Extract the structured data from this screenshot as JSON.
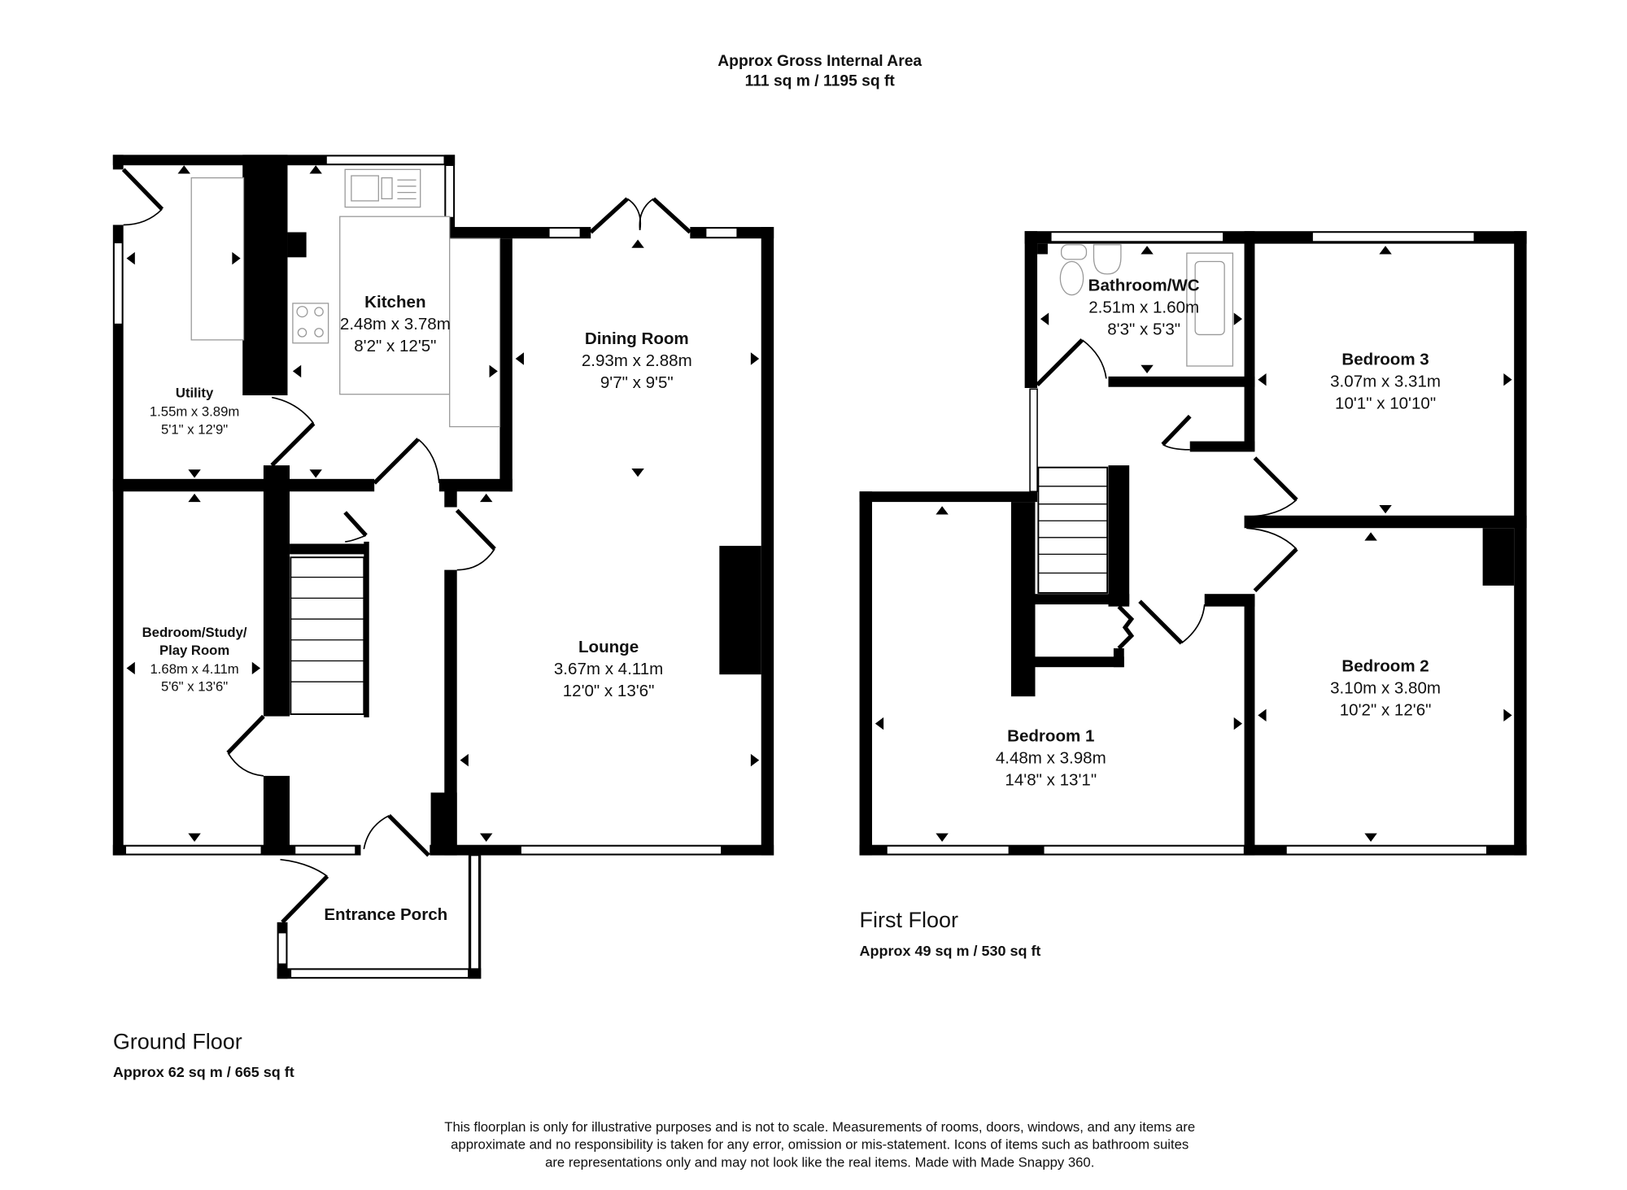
{
  "header": {
    "title": "Approx Gross Internal Area",
    "area": "111 sq m / 1195 sq ft"
  },
  "ground_floor": {
    "label": "Ground Floor",
    "area": "Approx 62 sq m / 665 sq ft",
    "rooms": [
      {
        "name": "Kitchen",
        "metric": "2.48m x 3.78m",
        "imperial": "8'2\" x 12'5\""
      },
      {
        "name": "Dining Room",
        "metric": "2.93m x 2.88m",
        "imperial": "9'7\" x 9'5\""
      },
      {
        "name": "Utility",
        "metric": "1.55m x 3.89m",
        "imperial": "5'1\" x 12'9\""
      },
      {
        "name": "Bedroom/Study/",
        "name2": "Play Room",
        "metric": "1.68m x 4.11m",
        "imperial": "5'6\" x 13'6\""
      },
      {
        "name": "Lounge",
        "metric": "3.67m x 4.11m",
        "imperial": "12'0\" x 13'6\""
      },
      {
        "name": "Entrance Porch"
      }
    ]
  },
  "first_floor": {
    "label": "First Floor",
    "area": "Approx 49 sq m / 530 sq ft",
    "rooms": [
      {
        "name": "Bathroom/WC",
        "metric": "2.51m x 1.60m",
        "imperial": "8'3\" x 5'3\""
      },
      {
        "name": "Bedroom 3",
        "metric": "3.07m x 3.31m",
        "imperial": "10'1\" x 10'10\""
      },
      {
        "name": "Bedroom 2",
        "metric": "3.10m x 3.80m",
        "imperial": "10'2\" x 12'6\""
      },
      {
        "name": "Bedroom 1",
        "metric": "4.48m x 3.98m",
        "imperial": "14'8\" x 13'1\""
      }
    ]
  },
  "disclaimer": {
    "line1": "This floorplan is only for illustrative purposes and is not to scale. Measurements of rooms, doors, windows, and any items are",
    "line2": "approximate and no responsibility is taken for any error, omission or mis-statement. Icons of items such as bathroom suites",
    "line3": "are representations only and may not look like the real items. Made with Made Snappy 360."
  },
  "colors": {
    "wall": "#000000",
    "background": "#ffffff",
    "fixture": "#999999"
  }
}
